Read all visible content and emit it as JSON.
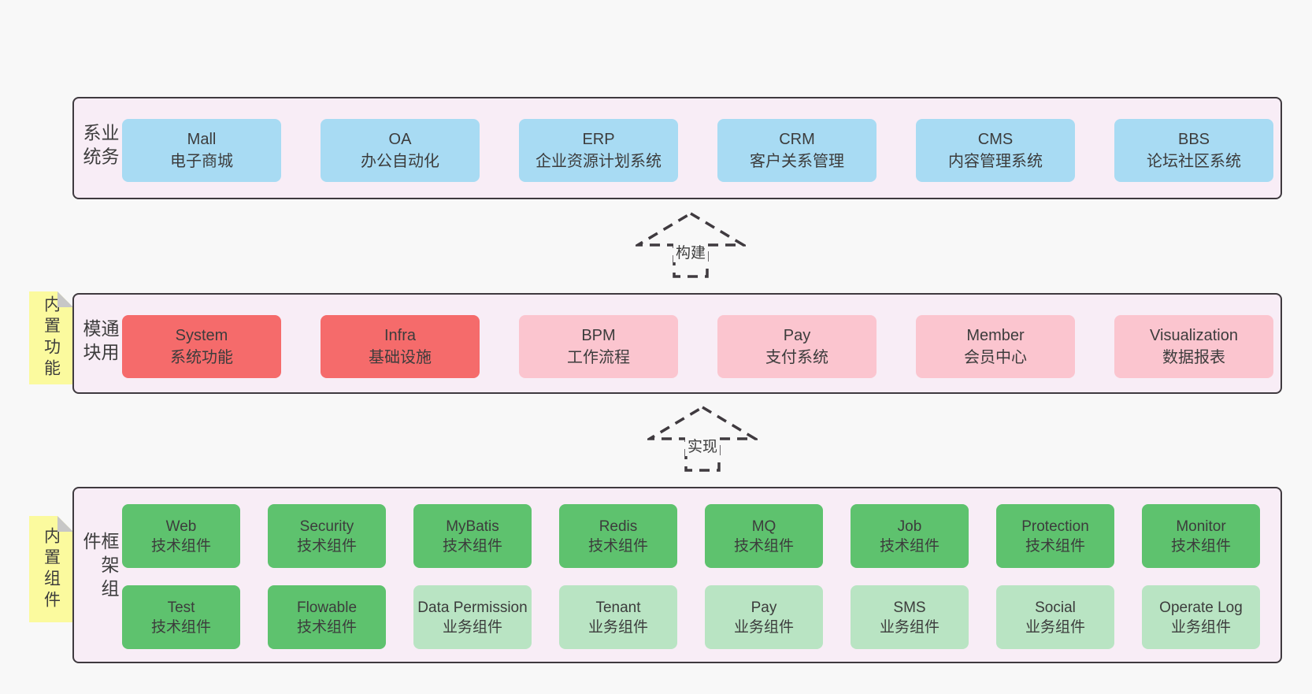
{
  "colors": {
    "page_bg": "#f8f8f8",
    "band_bg": "#f8edf6",
    "band_border": "#3f3a3f",
    "box_blue": "#a8dbf3",
    "box_red": "#f56b6b",
    "box_pink": "#fbc5cf",
    "box_green": "#5ec26e",
    "box_green_light": "#b9e4c3",
    "tab_yellow": "#fbfa9e",
    "fold_gray": "#c7c7c7",
    "text": "#3c3c3c"
  },
  "arrows": [
    {
      "label": "构建"
    },
    {
      "label": "实现"
    }
  ],
  "bands": {
    "business": {
      "label": "业务系统",
      "boxes": [
        {
          "name": "Mall",
          "desc": "电子商城",
          "variant": "blue"
        },
        {
          "name": "OA",
          "desc": "办公自动化",
          "variant": "blue"
        },
        {
          "name": "ERP",
          "desc": "企业资源计划系统",
          "variant": "blue"
        },
        {
          "name": "CRM",
          "desc": "客户关系管理",
          "variant": "blue"
        },
        {
          "name": "CMS",
          "desc": "内容管理系统",
          "variant": "blue"
        },
        {
          "name": "BBS",
          "desc": "论坛社区系统",
          "variant": "blue"
        }
      ]
    },
    "modules": {
      "label": "通用模块",
      "side_tab": "内置功能",
      "boxes": [
        {
          "name": "System",
          "desc": "系统功能",
          "variant": "red"
        },
        {
          "name": "Infra",
          "desc": "基础设施",
          "variant": "red"
        },
        {
          "name": "BPM",
          "desc": "工作流程",
          "variant": "pink"
        },
        {
          "name": "Pay",
          "desc": "支付系统",
          "variant": "pink"
        },
        {
          "name": "Member",
          "desc": "会员中心",
          "variant": "pink"
        },
        {
          "name": "Visualization",
          "desc": "数据报表",
          "variant": "pink"
        }
      ]
    },
    "framework": {
      "label": "框架组件",
      "side_tab": "内置组件",
      "boxes": [
        {
          "name": "Web",
          "desc": "技术组件",
          "variant": "green"
        },
        {
          "name": "Security",
          "desc": "技术组件",
          "variant": "green"
        },
        {
          "name": "MyBatis",
          "desc": "技术组件",
          "variant": "green"
        },
        {
          "name": "Redis",
          "desc": "技术组件",
          "variant": "green"
        },
        {
          "name": "MQ",
          "desc": "技术组件",
          "variant": "green"
        },
        {
          "name": "Job",
          "desc": "技术组件",
          "variant": "green"
        },
        {
          "name": "Protection",
          "desc": "技术组件",
          "variant": "green"
        },
        {
          "name": "Monitor",
          "desc": "技术组件",
          "variant": "green"
        },
        {
          "name": "Test",
          "desc": "技术组件",
          "variant": "green"
        },
        {
          "name": "Flowable",
          "desc": "技术组件",
          "variant": "green"
        },
        {
          "name": "Data Permission",
          "desc": "业务组件",
          "variant": "green-light"
        },
        {
          "name": "Tenant",
          "desc": "业务组件",
          "variant": "green-light"
        },
        {
          "name": "Pay",
          "desc": "业务组件",
          "variant": "green-light"
        },
        {
          "name": "SMS",
          "desc": "业务组件",
          "variant": "green-light"
        },
        {
          "name": "Social",
          "desc": "业务组件",
          "variant": "green-light"
        },
        {
          "name": "Operate Log",
          "desc": "业务组件",
          "variant": "green-light"
        }
      ]
    }
  }
}
